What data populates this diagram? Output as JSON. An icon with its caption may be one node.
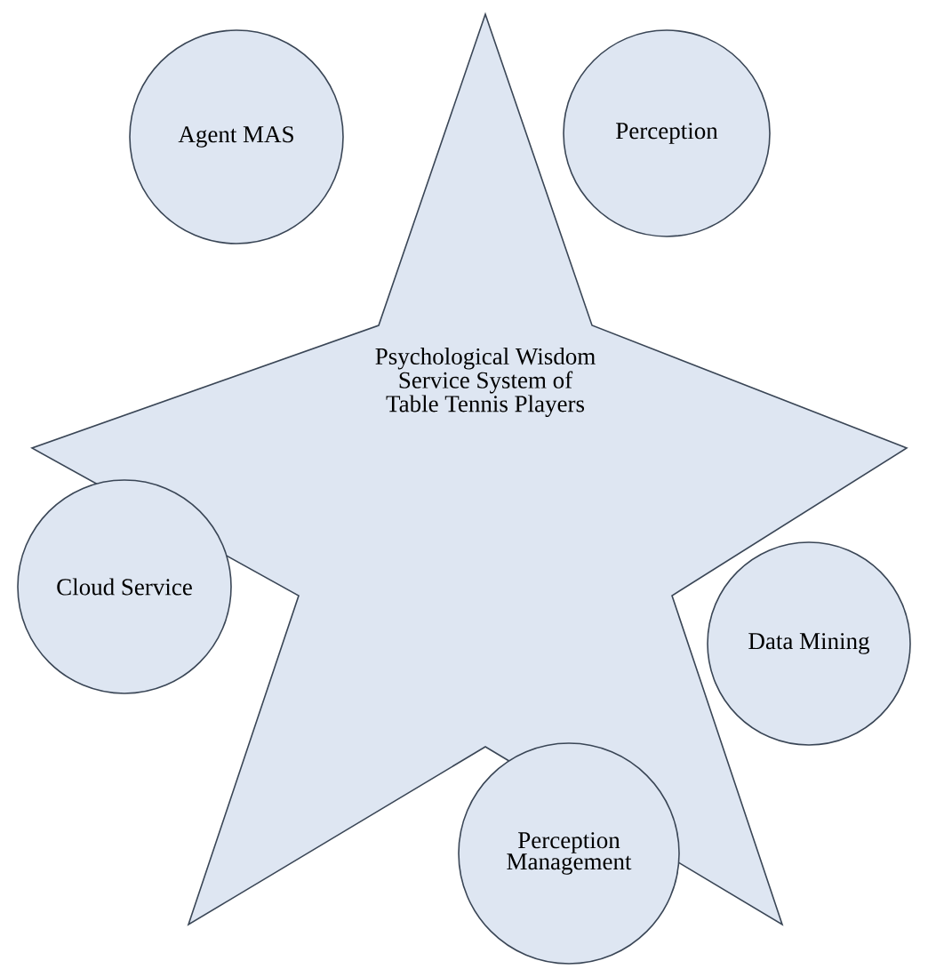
{
  "diagram": {
    "nodes": [
      {
        "text": [
          "Agent MAS"
        ]
      },
      {
        "text": [
          "Perception"
        ]
      },
      {
        "text": [
          "Psychological Wisdom Service System of Table Tennis Players"
        ]
      },
      {
        "text": [
          "Cloud Service"
        ]
      },
      {
        "text": [
          "Data Mining"
        ]
      },
      {
        "text": [
          "Perception Management"
        ]
      }
    ]
  }
}
